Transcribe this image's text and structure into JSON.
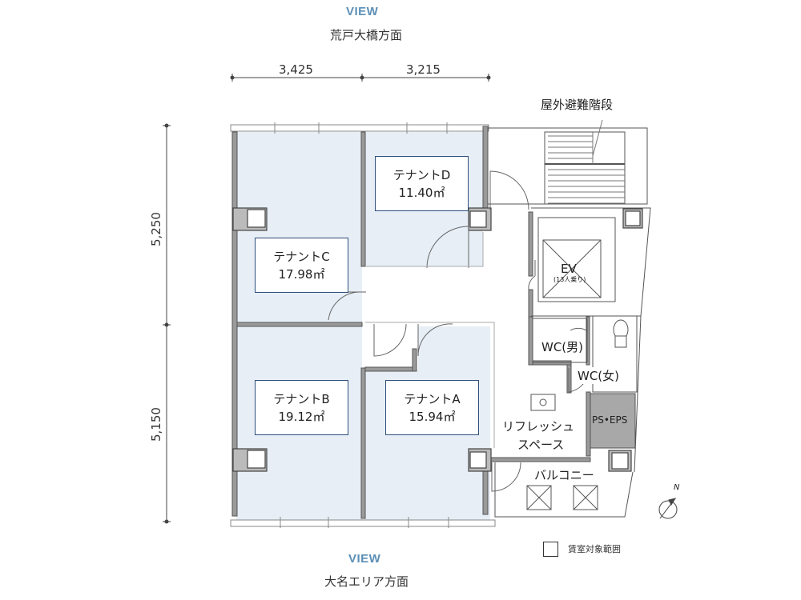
{
  "view_top": {
    "label": "VIEW",
    "direction": "荒戸大橋方面"
  },
  "view_bottom": {
    "label": "VIEW",
    "direction": "大名エリア方面"
  },
  "dimensions": {
    "width_left": "3,425",
    "width_right": "3,215",
    "height_upper": "5,250",
    "height_lower": "5,150"
  },
  "stairs_label": "屋外避難階段",
  "tenants": [
    {
      "name": "テナントD",
      "area": "11.40㎡"
    },
    {
      "name": "テナントC",
      "area": "17.98㎡"
    },
    {
      "name": "テナントB",
      "area": "19.12㎡"
    },
    {
      "name": "テナントA",
      "area": "15.94㎡"
    }
  ],
  "ev": {
    "label": "EV",
    "capacity": "(13人乗り)"
  },
  "wc_men": "WC(男)",
  "wc_women": "WC(女)",
  "ps_eps": "PS•EPS",
  "refresh": {
    "line1": "リフレッシュ",
    "line2": "スペース"
  },
  "balcony": "バルコニー",
  "north": "N",
  "legend": "賃室対象範囲",
  "colors": {
    "tenant_fill": "#e7eef6",
    "room_border": "#2e4f7a",
    "view_text": "#5b8fb6",
    "wall": "#8a8a8a",
    "ps_fill": "#a8a8a8"
  }
}
